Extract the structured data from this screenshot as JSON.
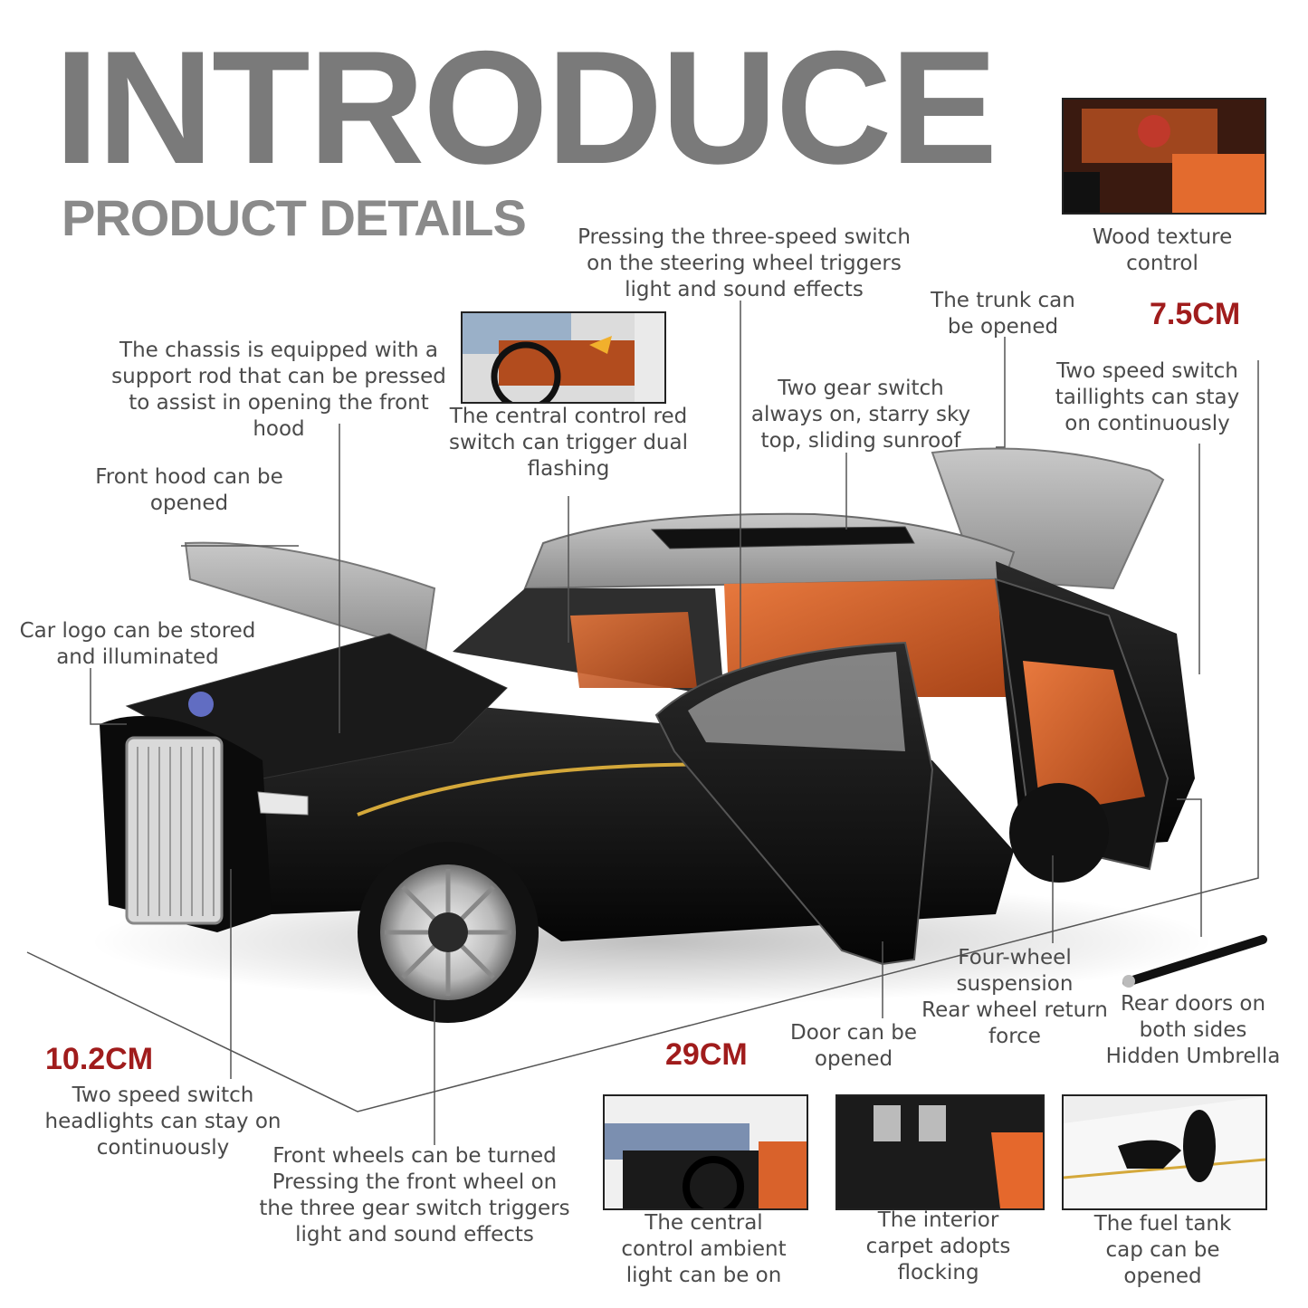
{
  "header": {
    "title": "INTRODUCE",
    "subtitle": "PRODUCT DETAILS"
  },
  "dimensions": {
    "height": "7.5CM",
    "width": "10.2CM",
    "length": "29CM"
  },
  "captions": {
    "wood_texture": "Wood texture\ncontrol",
    "steering_switch": "Pressing the three-speed switch\non the steering wheel triggers\nlight and sound effects",
    "trunk": "The trunk can\nbe opened",
    "chassis": "The chassis is equipped with a\nsupport rod that can be pressed\nto assist in opening the front\nhood",
    "red_switch": "The central control red\nswitch can trigger dual\nflashing",
    "taillights": "Two speed switch\ntaillights can stay\non continuously",
    "gear_switch": "Two gear switch\nalways on, starry sky\ntop, sliding sunroof",
    "front_hood": "Front hood can be\nopened",
    "car_logo": "Car logo can be stored\nand illuminated",
    "suspension": "Four-wheel\nsuspension\nRear wheel return\nforce",
    "rear_doors": "Rear doors on\nboth sides\nHidden Umbrella",
    "door": "Door can be\nopened",
    "headlights": "Two speed switch\nheadlights can stay on\ncontinuously",
    "front_wheels": "Front wheels can be turned\nPressing the front wheel on\nthe three gear switch triggers\nlight and sound effects",
    "ambient": "The central\ncontrol ambient\nlight can be on",
    "carpet": "The interior\ncarpet adopts\nflocking",
    "fuel_tank": "The fuel tank\ncap can be\nopened"
  },
  "colors": {
    "title": "#7a7a7a",
    "dimension": "#a01c1c",
    "body": "#0d0d0d",
    "roof": "#a8a8a8",
    "interior": "#d9622b",
    "trim": "#d4a83a"
  }
}
